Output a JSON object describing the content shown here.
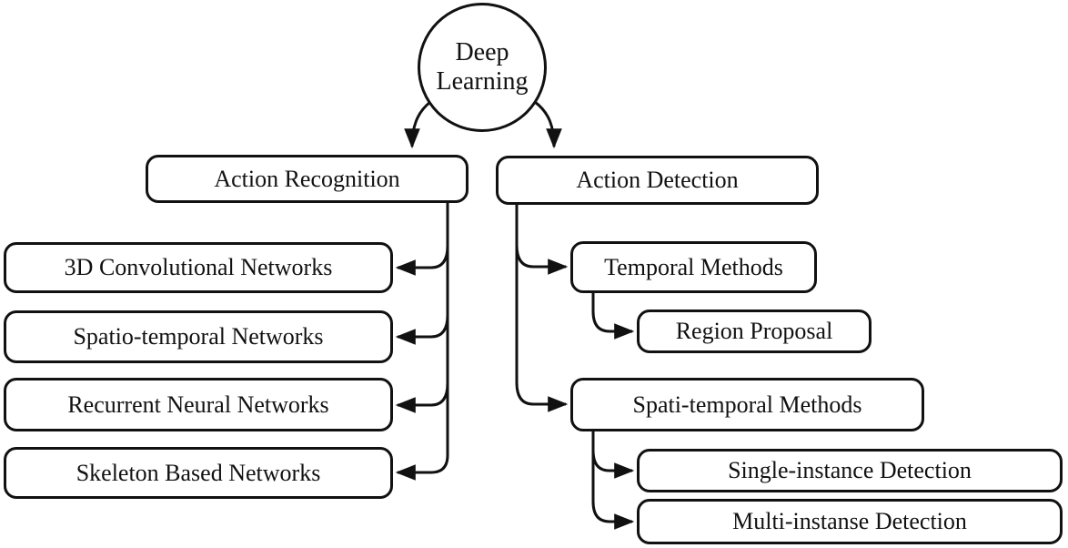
{
  "colors": {
    "ink": "#111111",
    "background": "#ffffff"
  },
  "nodes": {
    "deep_learning": "Deep Learning",
    "action_recognition": "Action Recognition",
    "action_detection": "Action Detection",
    "conv3d_networks": "3D Convolutional Networks",
    "spatio_temporal_networks": "Spatio-temporal Networks",
    "recurrent_neural_networks": "Recurrent Neural Networks",
    "skeleton_based_networks": "Skeleton Based Networks",
    "temporal_methods": "Temporal Methods",
    "region_proposal": "Region Proposal",
    "spati_temporal_methods": "Spati-temporal Methods",
    "single_instance_detection": "Single-instance Detection",
    "multi_instanse_detection": "Multi-instanse Detection"
  },
  "hierarchy": {
    "Deep Learning": [
      "Action Recognition",
      "Action Detection"
    ],
    "Action Recognition": [
      "3D Convolutional Networks",
      "Spatio-temporal Networks",
      "Recurrent Neural Networks",
      "Skeleton Based Networks"
    ],
    "Action Detection": [
      "Temporal Methods",
      "Spati-temporal Methods"
    ],
    "Temporal Methods": [
      "Region Proposal"
    ],
    "Spati-temporal Methods": [
      "Single-instance Detection",
      "Multi-instanse Detection"
    ]
  }
}
